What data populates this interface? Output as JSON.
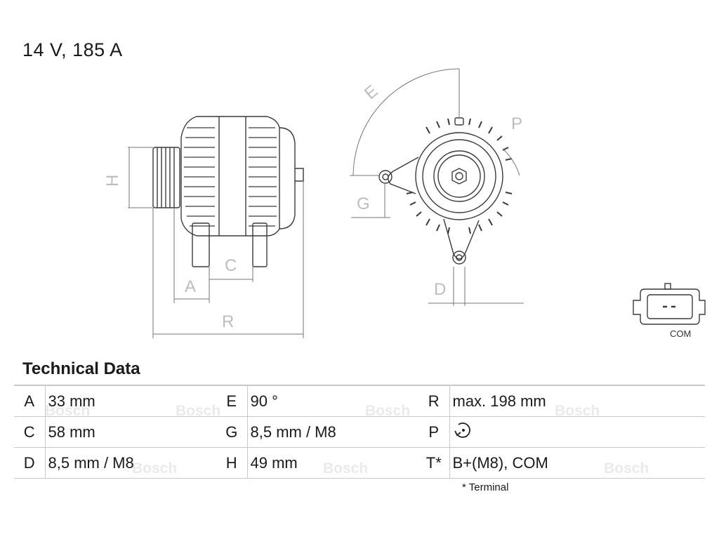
{
  "header": {
    "title": "14 V, 185 A"
  },
  "drawing": {
    "labels": {
      "H": "H",
      "A": "A",
      "C": "C",
      "R": "R",
      "E": "E",
      "G": "G",
      "P": "P",
      "D": "D"
    },
    "connector_label": "COM"
  },
  "section": {
    "title": "Technical Data"
  },
  "specs": {
    "rows": [
      [
        {
          "key": "A",
          "value": "33 mm"
        },
        {
          "key": "E",
          "value": "90 °"
        },
        {
          "key": "R",
          "value": "max. 198 mm"
        }
      ],
      [
        {
          "key": "C",
          "value": "58 mm"
        },
        {
          "key": "G",
          "value": "8,5 mm / M8"
        },
        {
          "key": "P",
          "value": ""
        }
      ],
      [
        {
          "key": "D",
          "value": "8,5 mm / M8"
        },
        {
          "key": "H",
          "value": "49 mm"
        },
        {
          "key": "T*",
          "value": "B+(M8), COM"
        }
      ]
    ],
    "rotation_icon": "clockwise-rotation-icon"
  },
  "footnote": "* Terminal",
  "watermark": "Bosch"
}
